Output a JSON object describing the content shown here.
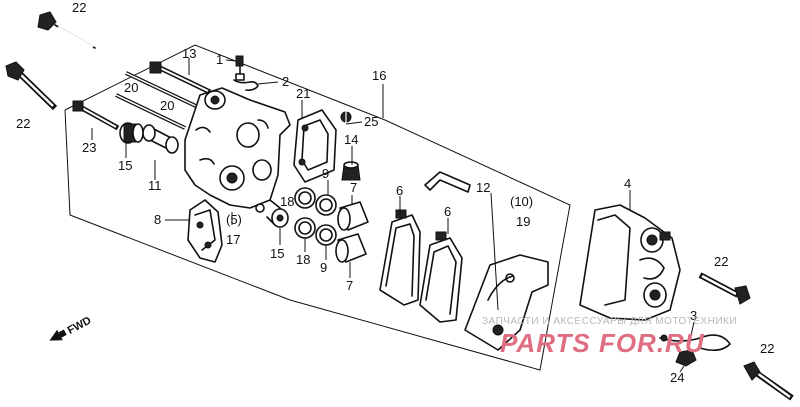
{
  "parts": [
    {
      "ref": "22",
      "role": "upper-left bolt"
    },
    {
      "ref": "22",
      "role": "left bolt"
    },
    {
      "ref": "22",
      "role": "right bolt"
    },
    {
      "ref": "22",
      "role": "bottom-right bolt"
    },
    {
      "ref": "13"
    },
    {
      "ref": "1"
    },
    {
      "ref": "2"
    },
    {
      "ref": "20"
    },
    {
      "ref": "20"
    },
    {
      "ref": "21"
    },
    {
      "ref": "25"
    },
    {
      "ref": "16"
    },
    {
      "ref": "14"
    },
    {
      "ref": "23"
    },
    {
      "ref": "15"
    },
    {
      "ref": "11"
    },
    {
      "ref": "9"
    },
    {
      "ref": "7"
    },
    {
      "ref": "6"
    },
    {
      "ref": "6"
    },
    {
      "ref": "12"
    },
    {
      "ref": "(10)"
    },
    {
      "ref": "19"
    },
    {
      "ref": "4"
    },
    {
      "ref": "8"
    },
    {
      "ref": "18"
    },
    {
      "ref": "(5)"
    },
    {
      "ref": "17"
    },
    {
      "ref": "15"
    },
    {
      "ref": "18"
    },
    {
      "ref": "9"
    },
    {
      "ref": "7"
    },
    {
      "ref": "3"
    },
    {
      "ref": "24"
    }
  ],
  "labels": {
    "l22a": "22",
    "l22b": "22",
    "l22c": "22",
    "l22d": "22",
    "l13": "13",
    "l1": "1",
    "l2": "2",
    "l20a": "20",
    "l20b": "20",
    "l21": "21",
    "l25": "25",
    "l16": "16",
    "l14": "14",
    "l23": "23",
    "l15a": "15",
    "l11": "11",
    "l9a": "9",
    "l7a": "7",
    "l6a": "6",
    "l6b": "6",
    "l12": "12",
    "l10": "(10)",
    "l19": "19",
    "l4": "4",
    "l8": "8",
    "l18a": "18",
    "l5": "(5)",
    "l17": "17",
    "l15b": "15",
    "l18b": "18",
    "l9b": "9",
    "l7b": "7",
    "l3": "3",
    "l24": "24"
  },
  "fwd_marker": {
    "text": "FWD",
    "icon": "forward-arrow-icon"
  },
  "watermark": {
    "caption": "ЗАПЧАСТИ И АКСЕССУАРЫ ДЛЯ МОТОТЕХНИКИ",
    "logo": "PARTS FOR.RU"
  }
}
